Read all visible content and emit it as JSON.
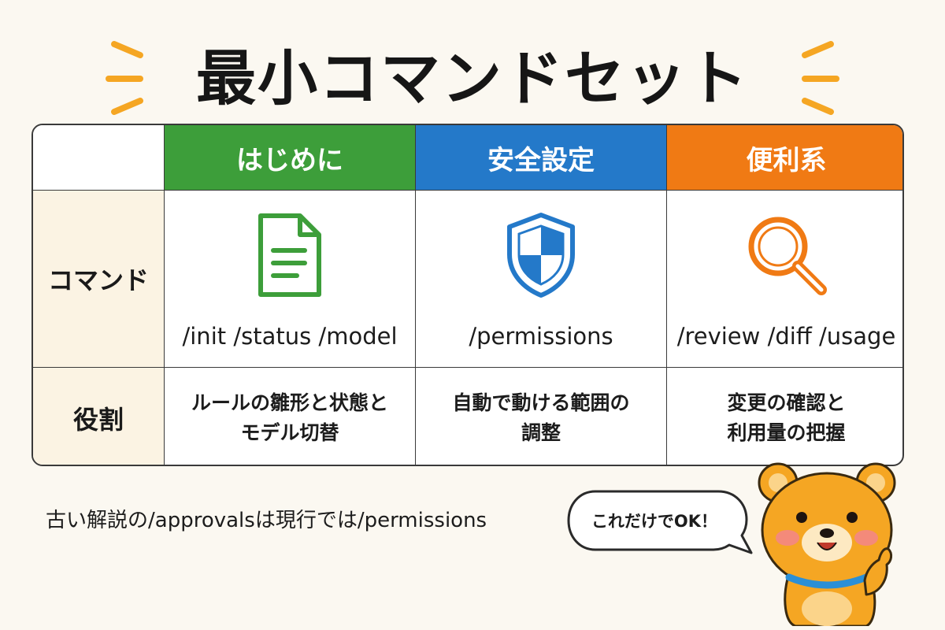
{
  "title": "最小コマンドセット",
  "table": {
    "row_labels": {
      "commands": "コマンド",
      "roles": "役割"
    },
    "columns": [
      {
        "header": "はじめに",
        "icon": "document-icon",
        "color": "#3d9e3a",
        "commands": "/init /status /model",
        "role": "ルールの雛形と状態と\nモデル切替"
      },
      {
        "header": "安全設定",
        "icon": "shield-icon",
        "color": "#2479c9",
        "commands": "/permissions",
        "role": "自動で動ける範囲の\n調整"
      },
      {
        "header": "便利系",
        "icon": "magnifier-icon",
        "color": "#f07a14",
        "commands": "/review /diff /usage",
        "role": "変更の確認と\n利用量の把握"
      }
    ]
  },
  "note": "古い解説の/approvalsは現行では/permissions",
  "bubble": "これだけでOK！",
  "colors": {
    "background": "#fbf8f1",
    "accent_yellow": "#f5a623",
    "row_header_bg": "#fbf3e3"
  }
}
